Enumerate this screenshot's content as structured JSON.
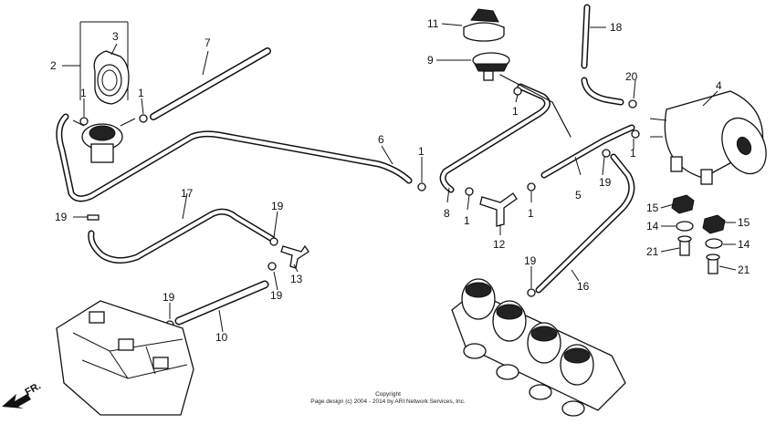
{
  "labels": {
    "p1": "1",
    "p2": "2",
    "p3": "3",
    "p4": "4",
    "p5": "5",
    "p6": "6",
    "p7": "7",
    "p8": "8",
    "p9": "9",
    "p10": "10",
    "p11": "11",
    "p12": "12",
    "p13": "13",
    "p14": "14",
    "p15": "15",
    "p16": "16",
    "p17": "17",
    "p18": "18",
    "p19": "19",
    "p20": "20",
    "p21": "21"
  },
  "direction": "FR.",
  "copyright": {
    "line1": "Copyright",
    "line2": "Page design (c) 2004 - 2014 by ARI Network Services, Inc."
  }
}
